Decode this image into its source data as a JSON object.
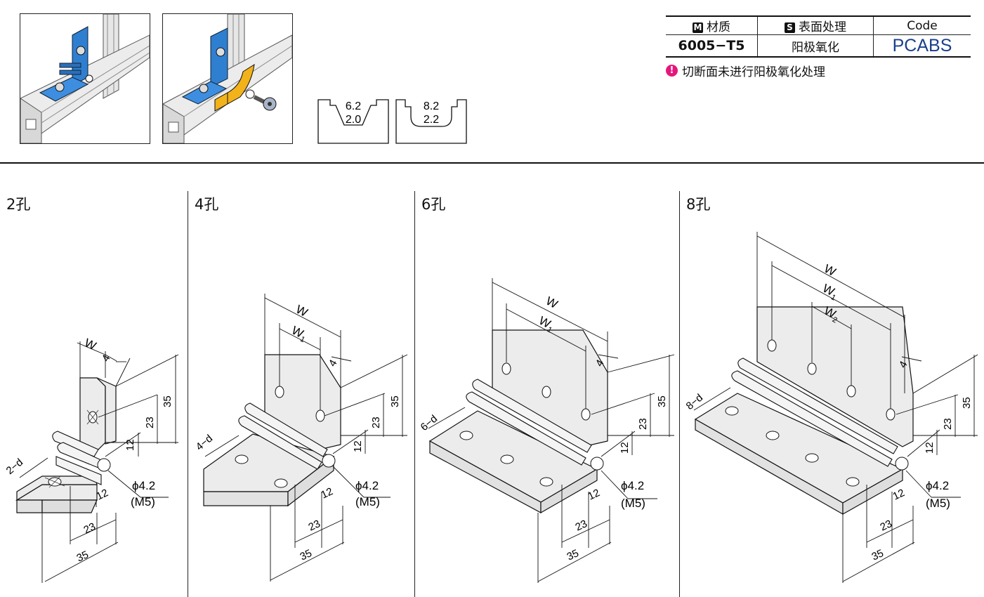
{
  "spec_table": {
    "material_badge": "M",
    "material_header": "材质",
    "surface_badge": "S",
    "surface_header": "表面处理",
    "code_header": "Code",
    "material_value": "6005−T5",
    "surface_value": "阳极氧化",
    "code_value": "PCABS"
  },
  "note": {
    "icon": "!",
    "text": "切断面未进行阳极氧化处理"
  },
  "slot_profiles": [
    {
      "width": "6.2",
      "depth": "2.0"
    },
    {
      "width": "8.2",
      "depth": "2.2"
    }
  ],
  "panels": [
    {
      "title": "2孔",
      "w": "W",
      "d": "2−d"
    },
    {
      "title": "4孔",
      "w": "W",
      "w1": "W",
      "w1_sub": "1",
      "d": "4−d"
    },
    {
      "title": "6孔",
      "w": "W",
      "w1": "W",
      "w1_sub": "1",
      "d": "6−d"
    },
    {
      "title": "8孔",
      "w": "W",
      "w1": "W",
      "w1_sub": "1",
      "w2": "W",
      "w2_sub": "2",
      "d": "8−d"
    }
  ],
  "dims": {
    "thickness": "4",
    "h35": "35",
    "h23": "23",
    "h12": "12",
    "b12": "12",
    "b23": "23",
    "b35": "35",
    "hole": "ϕ4.2",
    "thread": "(M5)"
  },
  "colors": {
    "accent_blue": "#2f7fd1",
    "accent_yellow": "#f2b21a",
    "code_blue": "#1b3f8b",
    "warning_pink": "#e5177d",
    "part_fill": "#ececec"
  }
}
